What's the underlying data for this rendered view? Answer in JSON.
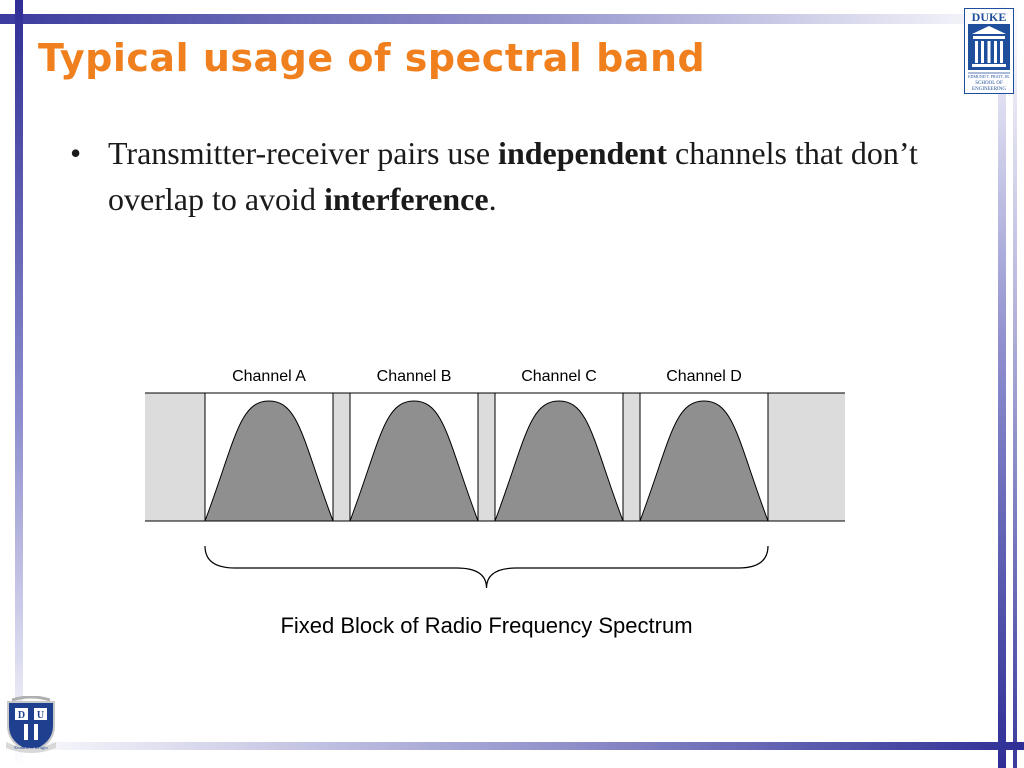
{
  "slide": {
    "title": "Typical usage of spectral band"
  },
  "bullets": [
    {
      "dot": "•",
      "segments": [
        {
          "text": "Transmitter-receiver pairs use ",
          "bold": false
        },
        {
          "text": "independent",
          "bold": true
        },
        {
          "text": " channels that don’t overlap to avoid ",
          "bold": false
        },
        {
          "text": "interference",
          "bold": true
        },
        {
          "text": ".",
          "bold": false
        }
      ]
    }
  ],
  "diagram": {
    "channels": [
      {
        "label": "Channel A"
      },
      {
        "label": "Channel B"
      },
      {
        "label": "Channel C"
      },
      {
        "label": "Channel D"
      }
    ],
    "brace_caption": "Fixed Block of Radio Frequency Spectrum",
    "colors": {
      "lobe_fill": "#8f8f8f",
      "guard_fill": "#dcdcdc",
      "outline": "#000000"
    }
  },
  "logos": {
    "duke_logo": {
      "name": "duke-school-of-engineering-logo",
      "text": [
        "DUKE",
        "EDMUND T. PRATT, JR.",
        "SCHOOL OF",
        "ENGINEERING"
      ]
    },
    "seal": {
      "name": "duke-university-seal",
      "text": [
        "D",
        "U",
        "Eruditio et Religio"
      ]
    }
  }
}
